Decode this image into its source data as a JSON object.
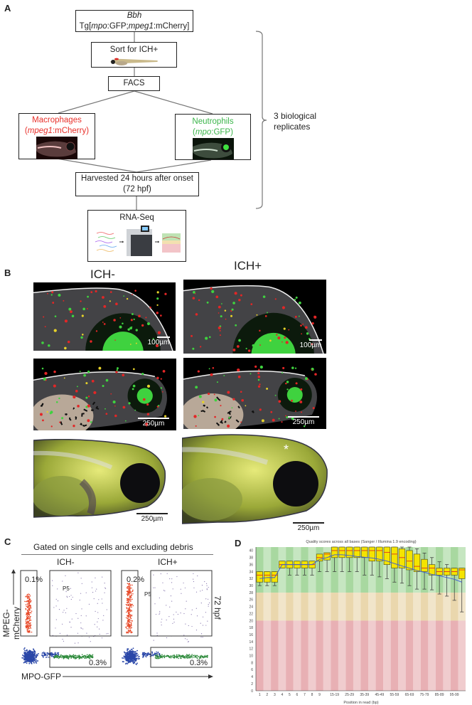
{
  "panels": {
    "a": "A",
    "b": "B",
    "c": "C",
    "d": "D"
  },
  "flowchart": {
    "strain_line1": "Bbh",
    "strain_line2": {
      "p1": "Tg[",
      "p2": "mpo",
      "p3": ":GFP;",
      "p4": "mpeg1",
      "p5": ":mCherry]"
    },
    "sort": "Sort for ICH+",
    "facs": "FACS",
    "macrophages": {
      "title": "Macrophages",
      "open": "(",
      "gene": "mpeg1",
      "rest": ":mCherry)"
    },
    "neutrophils": {
      "title": "Neutrophils",
      "open": "(",
      "gene": "mpo",
      "rest": ":GFP)"
    },
    "harvest_line1": "Harvested 24 hours after onset",
    "harvest_line2": "(72 hpf)",
    "rnaseq": "RNA-Seq",
    "replicates_line1": "3 biological",
    "replicates_line2": "replicates",
    "colors": {
      "macrophage": "#e8302a",
      "neutrophil": "#3bb54a"
    }
  },
  "panel_b": {
    "col_left": "ICH-",
    "col_right": "ICH+",
    "scale_100": "100µm",
    "scale_250": "250µm",
    "asterisk": "*"
  },
  "panel_c": {
    "title": "Gated on single cells and excluding debris",
    "left_label": "ICH-",
    "right_label": "ICH+",
    "y_axis": "MPEG-mCherry",
    "x_axis": "MPO-GFP",
    "timepoint": "72 hpf",
    "gate_name": "P5",
    "left": {
      "mcherry_pct": "0.1%",
      "gfp_pct": "0.3%"
    },
    "right": {
      "mcherry_pct": "0.2%",
      "gfp_pct": "0.3%"
    }
  },
  "chart_data": {
    "type": "box",
    "title": "Quality scores across all bases (Sanger / Illumina 1.9 encoding)",
    "xlabel": "Position in read (bp)",
    "ylabel": "",
    "ylim": [
      0,
      41
    ],
    "yticks": [
      0,
      2,
      4,
      6,
      8,
      10,
      12,
      14,
      16,
      18,
      20,
      22,
      24,
      26,
      28,
      30,
      32,
      34,
      36,
      38,
      40
    ],
    "zones": [
      {
        "name": "good",
        "from": 28,
        "to": 41,
        "color": "#a8d8a0"
      },
      {
        "name": "reasonable",
        "from": 20,
        "to": 28,
        "color": "#ead7ad"
      },
      {
        "name": "poor",
        "from": 0,
        "to": 20,
        "color": "#e8b0b4"
      }
    ],
    "x_tick_labels": [
      "1",
      "2",
      "3",
      "4",
      "5",
      "6",
      "7",
      "8",
      "9",
      "",
      "15-19",
      "",
      "25-29",
      "",
      "35-39",
      "",
      "45-49",
      "",
      "55-59",
      "",
      "65-69",
      "",
      "75-79",
      "",
      "85-89",
      "",
      "95-99",
      ""
    ],
    "boxes": [
      {
        "median": 33,
        "q1": 31,
        "q3": 34,
        "low": 30,
        "high": 34
      },
      {
        "median": 33,
        "q1": 31,
        "q3": 34,
        "low": 30,
        "high": 34
      },
      {
        "median": 33,
        "q1": 31,
        "q3": 34,
        "low": 30,
        "high": 34
      },
      {
        "median": 36,
        "q1": 35,
        "q3": 37,
        "low": 35,
        "high": 37
      },
      {
        "median": 36,
        "q1": 35,
        "q3": 37,
        "low": 33,
        "high": 37
      },
      {
        "median": 36,
        "q1": 35,
        "q3": 37,
        "low": 33,
        "high": 37
      },
      {
        "median": 36,
        "q1": 35,
        "q3": 37,
        "low": 33,
        "high": 37
      },
      {
        "median": 36,
        "q1": 35,
        "q3": 37,
        "low": 33,
        "high": 37
      },
      {
        "median": 38,
        "q1": 37,
        "q3": 39,
        "low": 34,
        "high": 39
      },
      {
        "median": 39,
        "q1": 37.3,
        "q3": 39.4,
        "low": 34,
        "high": 39.4
      },
      {
        "median": 40,
        "q1": 38,
        "q3": 41,
        "low": 34,
        "high": 41
      },
      {
        "median": 40,
        "q1": 38,
        "q3": 41,
        "low": 34,
        "high": 41
      },
      {
        "median": 40,
        "q1": 38,
        "q3": 41,
        "low": 34,
        "high": 41
      },
      {
        "median": 40,
        "q1": 38,
        "q3": 41,
        "low": 34,
        "high": 41
      },
      {
        "median": 40,
        "q1": 38,
        "q3": 41,
        "low": 33,
        "high": 41
      },
      {
        "median": 40,
        "q1": 37,
        "q3": 41,
        "low": 33,
        "high": 41
      },
      {
        "median": 40,
        "q1": 37,
        "q3": 41,
        "low": 32.5,
        "high": 41
      },
      {
        "median": 39.5,
        "q1": 36,
        "q3": 41,
        "low": 32,
        "high": 41
      },
      {
        "median": 39,
        "q1": 35,
        "q3": 41,
        "low": 31,
        "high": 41
      },
      {
        "median": 38,
        "q1": 35,
        "q3": 40.5,
        "low": 30.7,
        "high": 41
      },
      {
        "median": 37,
        "q1": 34.5,
        "q3": 40,
        "low": 30,
        "high": 41
      },
      {
        "median": 35.5,
        "q1": 34,
        "q3": 39,
        "low": 29,
        "high": 40.5
      },
      {
        "median": 35,
        "q1": 34,
        "q3": 37.5,
        "low": 29,
        "high": 39.3
      },
      {
        "median": 35,
        "q1": 33,
        "q3": 36,
        "low": 28.8,
        "high": 38
      },
      {
        "median": 34,
        "q1": 33,
        "q3": 35,
        "low": 27.6,
        "high": 36.8
      },
      {
        "median": 34,
        "q1": 33,
        "q3": 35,
        "low": 27,
        "high": 36
      },
      {
        "median": 34,
        "q1": 33,
        "q3": 35,
        "low": 25.8,
        "high": 35
      },
      {
        "median": 34.5,
        "q1": 32,
        "q3": 35,
        "low": 22.5,
        "high": 35
      }
    ],
    "mean": [
      32,
      32.3,
      32.3,
      36,
      36,
      36,
      36,
      36,
      37.5,
      38,
      38.8,
      38.8,
      38.6,
      38.3,
      38.1,
      37.9,
      37.5,
      37,
      36.3,
      35.6,
      35,
      34.3,
      33.8,
      33.2,
      32.8,
      32.3,
      31.8,
      31
    ],
    "grid": false,
    "legend": "none"
  }
}
